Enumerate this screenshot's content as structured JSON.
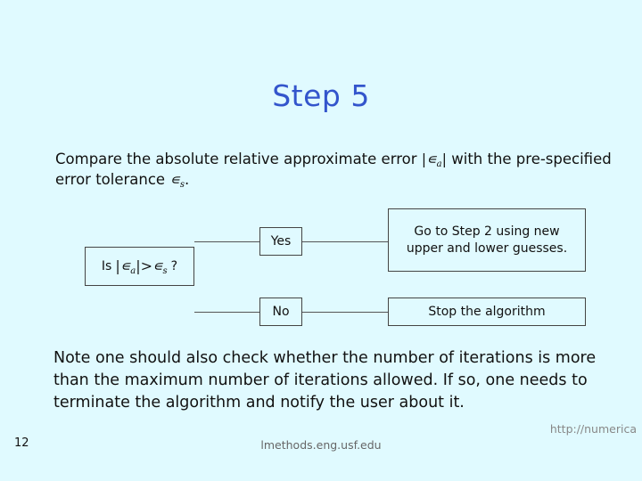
{
  "slide": {
    "background_color": "#e0faff",
    "title": "Step 5",
    "title_color": "#3355cc",
    "page_number": "12",
    "paragraph1_before": "Compare the absolute relative approximate error",
    "paragraph1_math_abs": "|∈a|",
    "paragraph1_middle": "with the pre-specified error tolerance",
    "paragraph1_math_tol": "∈s",
    "paragraph1_end": ".",
    "paragraph2": "Note one should also check whether the number of iterations is more than the maximum number of iterations allowed. If so, one needs to terminate the algorithm and notify the user about it.",
    "footer_center": "lmethods.eng.usf.edu",
    "footer_right": "http://numerica"
  },
  "flowchart": {
    "decision_prefix": "Is",
    "decision_math": "|∈a| > ∈s",
    "decision_suffix": "?",
    "yes_label": "Yes",
    "no_label": "No",
    "yes_target": "Go to Step 2 using new upper and lower guesses.",
    "no_target": "Stop the algorithm"
  }
}
